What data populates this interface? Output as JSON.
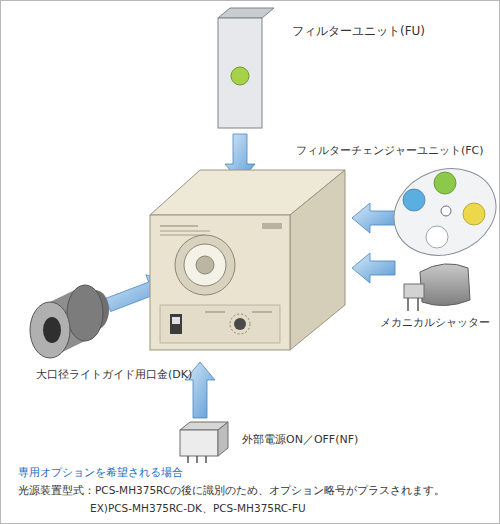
{
  "diagram": {
    "labels": [
      "フィルターユニット(FU)",
      "フィルターチェンジャーユニット(FC)",
      "メカニカルシャッター",
      "大口径ライトガイド用口金(DK)",
      "外部電源ON／OFF(NF)",
      "専用オプションを希望される場合",
      "光源装置型式：PCS-MH375RCの後に識別のため、オプション略号がプラスされます。",
      "EX)PCS-MH375RC-DK、PCS-MH375RC-FU"
    ]
  }
}
